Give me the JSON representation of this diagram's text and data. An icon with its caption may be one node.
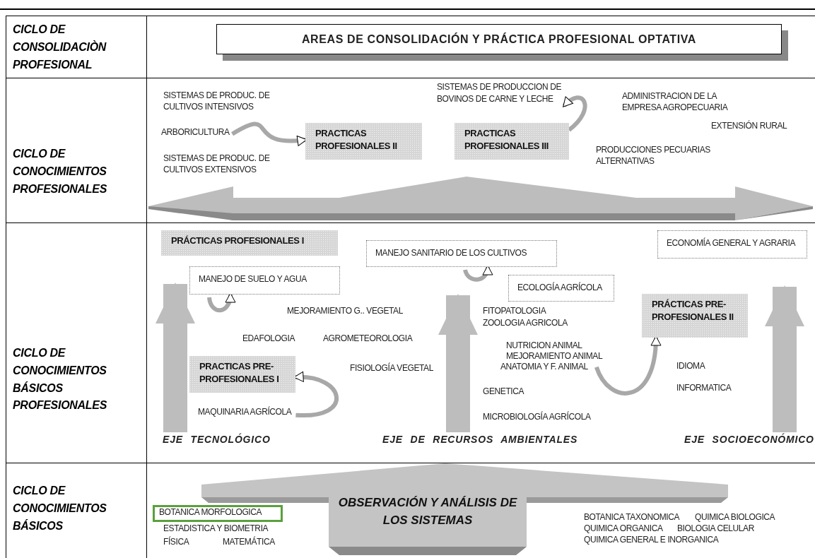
{
  "diagram": {
    "nodes": [
      {
        "text": [
          "AREAS DE CONSOLIDACIÓN Y PRÁCTICA PROFESIONAL OPTATIVA"
        ]
      },
      {
        "text": [
          "ARBORICULTURA"
        ]
      },
      {
        "text": [
          "PRACTICAS PROFESIONALES II"
        ]
      },
      {
        "text": [
          "SISTEMAS DE PRODUCCION DE BOVINOS DE CARNE Y LECHE"
        ]
      },
      {
        "text": [
          "PRACTICAS PROFESIONALES III"
        ]
      },
      {
        "text": [
          "PRÁCTICAS PROFESIONALES I"
        ]
      },
      {
        "text": [
          "MANEJO SANITARIO DE LOS CULTIVOS"
        ]
      },
      {
        "text": [
          "ECONOMÍA GENERAL Y AGRARIA"
        ]
      },
      {
        "text": [
          "MANEJO DE SUELO Y AGUA"
        ]
      },
      {
        "text": [
          "ECOLOGÍA AGRÍCOLA"
        ]
      },
      {
        "text": [
          "PRÁCTICAS PRE-PROFESIONALES II"
        ]
      },
      {
        "text": [
          "PRACTICAS PRE-PROFESIONALES I"
        ]
      },
      {
        "text": [
          "ANATOMIA Y F. ANIMAL"
        ]
      },
      {
        "text": [
          "MAQUINARIA AGRÍCOLA"
        ]
      },
      {
        "text": [
          "EJE TECNOLÓGICO"
        ]
      },
      {
        "text": [
          "EJE DE RECURSOS AMBIENTALES"
        ]
      },
      {
        "text": [
          "EJE SOCIOECONÓMICO"
        ]
      },
      {
        "text": [
          "OBSERVACIÓN Y ANÁLISIS DE LOS SISTEMAS"
        ]
      },
      {
        "text": [
          "BOTANICA MORFOLOGICA"
        ]
      }
    ],
    "edges": [
      {
        "from": 1,
        "to": 2,
        "arrow": "to"
      },
      {
        "from": 4,
        "to": 3,
        "arrow": "to"
      },
      {
        "from": null,
        "to": 8,
        "arrow": "to"
      },
      {
        "from": null,
        "to": 6,
        "arrow": "to"
      },
      {
        "from": 13,
        "to": 11,
        "arrow": "to"
      },
      {
        "from": 12,
        "to": 10,
        "arrow": "to"
      },
      {
        "from": 14,
        "to": 5,
        "arrow": "to",
        "style": "thick"
      },
      {
        "from": 15,
        "to": 6,
        "arrow": "to",
        "style": "thick"
      },
      {
        "from": 16,
        "to": 7,
        "arrow": "to",
        "style": "thick"
      }
    ],
    "labels": [
      "CICLO DE CONSOLIDACIÒN PROFESIONAL",
      "CICLO DE CONOCIMIENTOS PROFESIONALES",
      "SISTEMAS DE PRODUC. DE CULTIVOS INTENSIVOS",
      "ADMINISTRACION DE LA EMPRESA AGROPECUARIA",
      "EXTENSIÓN RURAL",
      "SISTEMAS DE PRODUC. DE CULTIVOS EXTENSIVOS",
      "PRODUCCIONES PECUARIAS ALTERNATIVAS",
      "CICLO DE CONOCIMIENTOS BÁSICOS PROFESIONALES",
      "MEJORAMIENTO G.. VEGETAL",
      "FITOPATOLOGIA",
      "ZOOLOGIA AGRICOLA",
      "EDAFOLOGIA",
      "AGROMETEOROLOGIA",
      "NUTRICION ANIMAL",
      "MEJORAMIENTO ANIMAL",
      "FISIOLOGÍA VEGETAL",
      "IDIOMA",
      "GENETICA",
      "INFORMATICA",
      "MICROBIOLOGÍA AGRÍCOLA",
      "CICLO DE CONOCIMIENTOS BÁSICOS",
      "BOTANICA TAXONOMICA",
      "QUIMICA BIOLOGICA",
      "ESTADISTICA Y BIOMETRIA",
      "QUIMICA ORGANICA",
      "BIOLOGIA CELULAR",
      "FÍSICA",
      "MATEMÁTICA",
      "QUIMICA GENERAL E INORGANICA"
    ]
  }
}
